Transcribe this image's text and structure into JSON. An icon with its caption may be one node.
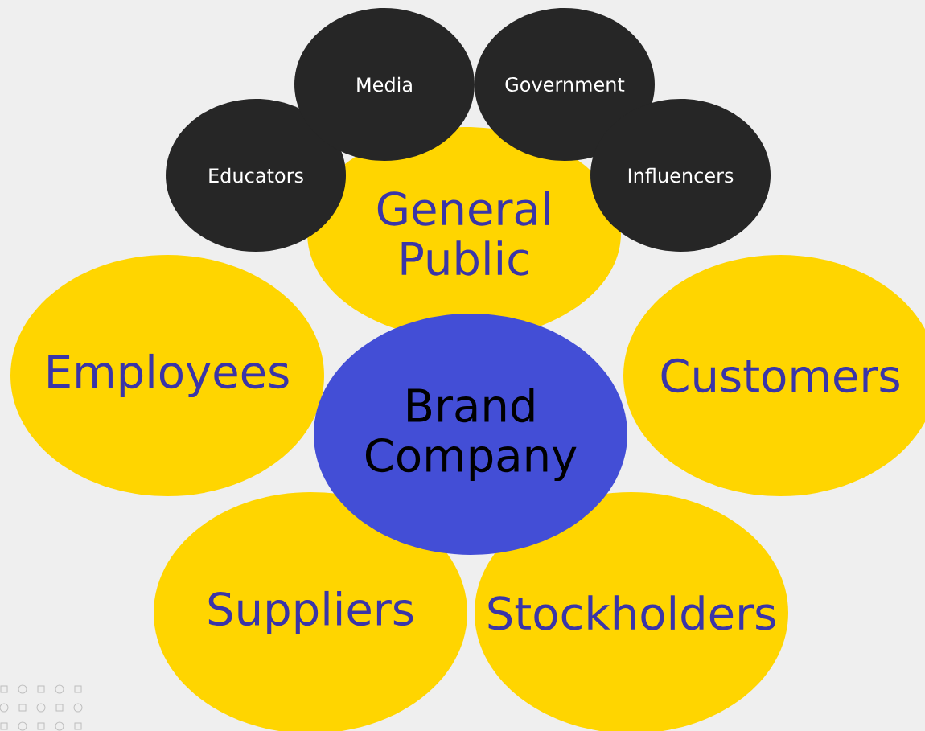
{
  "diagram": {
    "nodes": [
      {
        "text": [
          "Media"
        ]
      },
      {
        "text": [
          "Government"
        ]
      },
      {
        "text": [
          "Educators"
        ]
      },
      {
        "text": [
          "Influencers"
        ]
      },
      {
        "text": [
          "General Public"
        ]
      },
      {
        "text": [
          "Employees"
        ]
      },
      {
        "text": [
          "Brand Company"
        ]
      },
      {
        "text": [
          "Customers"
        ]
      },
      {
        "text": [
          "Suppliers"
        ]
      },
      {
        "text": [
          "Stockholders"
        ]
      }
    ]
  }
}
